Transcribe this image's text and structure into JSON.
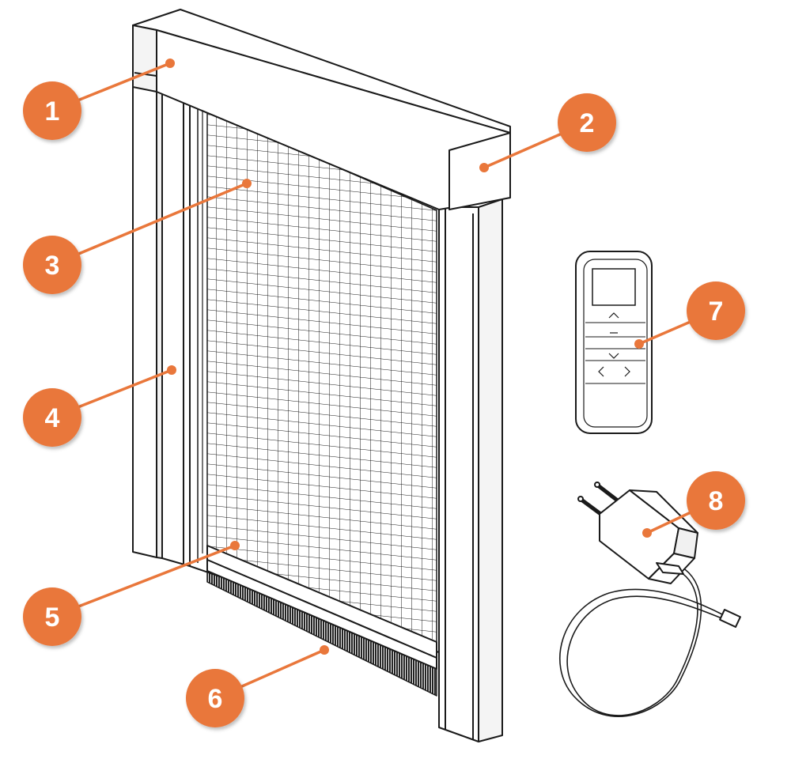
{
  "colors": {
    "accent": "#e9773b",
    "outline": "#1a1a1a",
    "background": "#ffffff"
  },
  "callouts": [
    {
      "number": "1",
      "part": "cassette-box"
    },
    {
      "number": "2",
      "part": "motor-end-cap"
    },
    {
      "number": "3",
      "part": "insect-mesh"
    },
    {
      "number": "4",
      "part": "side-guide-rail"
    },
    {
      "number": "5",
      "part": "bottom-bar"
    },
    {
      "number": "6",
      "part": "brush-seal"
    },
    {
      "number": "7",
      "part": "remote-control"
    },
    {
      "number": "8",
      "part": "power-adapter"
    }
  ],
  "remote": {
    "icons": [
      "chevron-up-icon",
      "stop-icon",
      "chevron-down-icon",
      "chevron-left-icon",
      "chevron-right-icon"
    ]
  }
}
